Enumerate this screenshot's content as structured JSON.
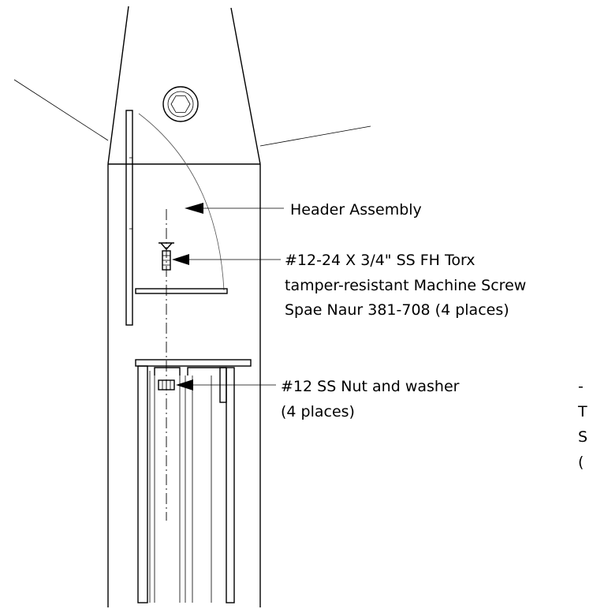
{
  "labels": {
    "header_assembly": "Header Assembly",
    "screw_line1": "#12-24 X 3/4\" SS FH Torx",
    "screw_line2": "tamper-resistant  Machine Screw",
    "screw_line3": "Spae Naur 381-708 (4 places)",
    "nut_line1": "#12 SS Nut and washer",
    "nut_line2": "(4 places)",
    "cut_line1": "-",
    "cut_line2": "T",
    "cut_line3": "S",
    "cut_line4": "("
  },
  "icons": {
    "hex_bolt": "hex-socket-bolt-icon",
    "arrowhead": "arrowhead-icon"
  },
  "colors": {
    "ink": "#000000",
    "background": "#ffffff"
  }
}
